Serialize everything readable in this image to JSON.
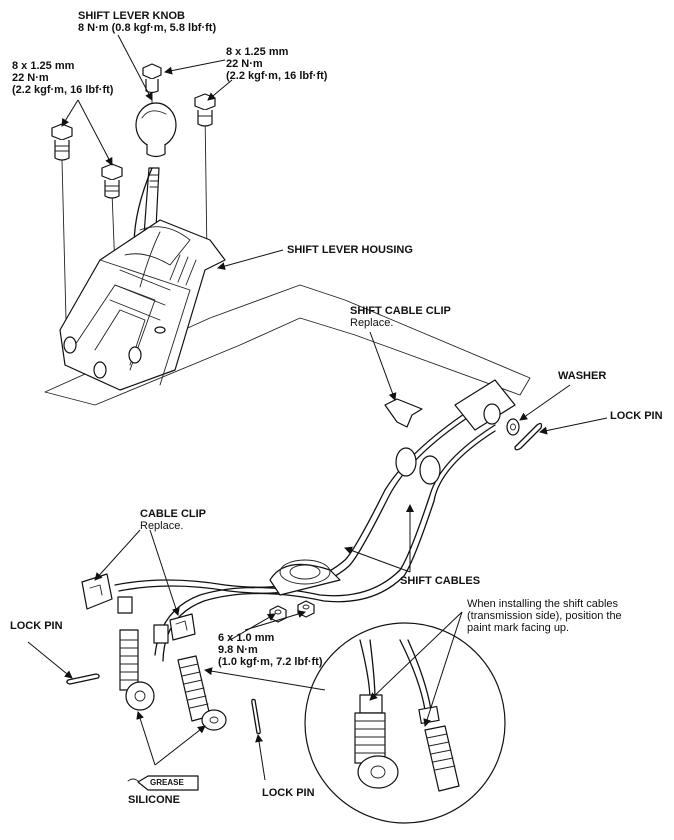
{
  "labels": {
    "shift_lever_knob": {
      "title": "SHIFT LEVER KNOB",
      "torque": "8 N·m (0.8 kgf·m, 5.8 lbf·ft)"
    },
    "bolt_left": {
      "size": "8 x 1.25 mm",
      "torque": "22 N·m",
      "alt": "(2.2 kgf·m, 16 lbf·ft)"
    },
    "bolt_right": {
      "size": "8 x 1.25 mm",
      "torque": "22 N·m",
      "alt": "(2.2 kgf·m, 16 lbf·ft)"
    },
    "shift_lever_housing": "SHIFT LEVER HOUSING",
    "shift_cable_clip": {
      "title": "SHIFT CABLE CLIP",
      "note": "Replace."
    },
    "washer": "WASHER",
    "lock_pin_right": "LOCK PIN",
    "cable_clip": {
      "title": "CABLE CLIP",
      "note": "Replace."
    },
    "shift_cables": "SHIFT CABLES",
    "lock_pin_left": "LOCK PIN",
    "nut": {
      "size": "6 x 1.0 mm",
      "torque": "9.8 N·m",
      "alt": "(1.0 kgf·m, 7.2 lbf·ft)"
    },
    "install_note": [
      "When installing the shift cables",
      "(transmission side), position the",
      "paint mark facing up."
    ],
    "silicone": "SILICONE",
    "grease": "GREASE",
    "lock_pin_bottom": "LOCK PIN"
  }
}
